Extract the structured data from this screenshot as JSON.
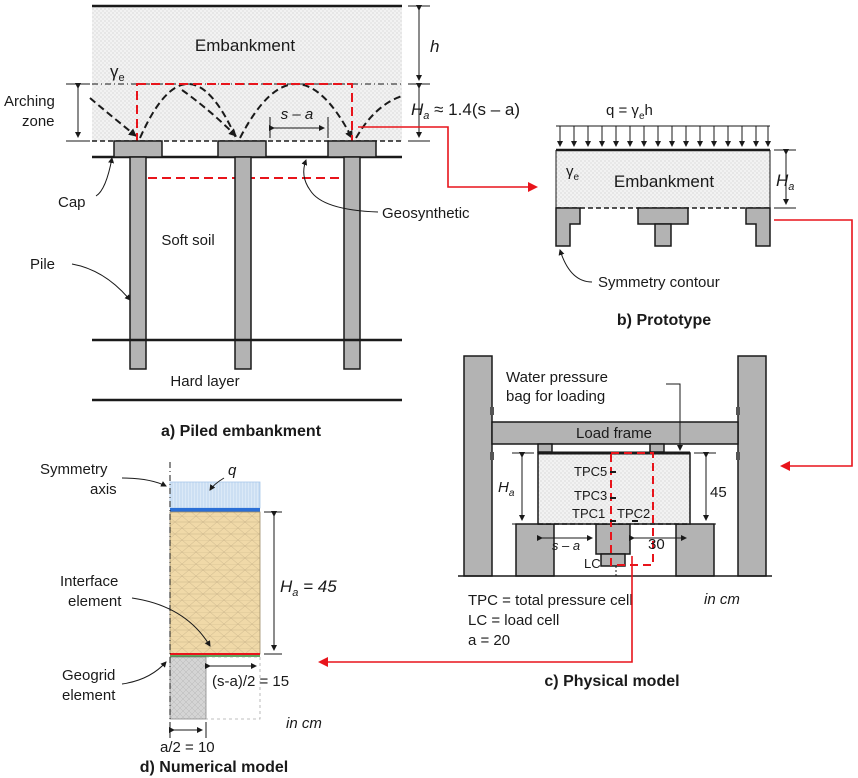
{
  "panel_a": {
    "embankment": "Embankment",
    "gamma": "γ",
    "gamma_sub": "e",
    "h": "h",
    "arching_zone_1": "Arching",
    "arching_zone_2": "zone",
    "ha_formula_H": "H",
    "ha_formula_sub": "a",
    "ha_formula_rest": " ≈ 1.4(s – a)",
    "s_minus_a": "s – a",
    "cap": "Cap",
    "geosynthetic": "Geosynthetic",
    "soft_soil": "Soft soil",
    "pile": "Pile",
    "hard_layer": "Hard layer",
    "caption": "a) Piled embankment"
  },
  "panel_b": {
    "q_label": "q = γ",
    "q_sub": "e",
    "q_h": "h",
    "gamma": "γ",
    "gamma_sub": "e",
    "embankment": "Embankment",
    "ha_H": "H",
    "ha_sub": "a",
    "symmetry_contour": "Symmetry contour",
    "caption": "b) Prototype"
  },
  "panel_c": {
    "water_1": "Water pressure",
    "water_2": "bag for loading",
    "load_frame": "Load frame",
    "ha_H": "H",
    "ha_sub": "a",
    "tpc5": "TPC5",
    "tpc3": "TPC3",
    "tpc1": "TPC1",
    "tpc2": "TPC2",
    "dim_45": "45",
    "s_minus_a": "s – a",
    "dim_30": "30",
    "lc": "LC",
    "in_cm": "in cm",
    "legend_1": "TPC = total pressure cell",
    "legend_2": "LC = load cell",
    "legend_3": "a = 20",
    "caption": "c) Physical model"
  },
  "panel_d": {
    "symmetry_1": "Symmetry",
    "symmetry_2": "axis",
    "q": "q",
    "interface_1": "Interface",
    "interface_2": "element",
    "ha_H": "H",
    "ha_sub": "a",
    "ha_rest": " = 45",
    "geogrid_1": "Geogrid",
    "geogrid_2": "element",
    "s_a_half": "(s-a)/2 = 15",
    "a_half": "a/2 = 10",
    "in_cm": "in cm",
    "caption": "d) Numerical model"
  },
  "colors": {
    "red": "#e8141b",
    "grey": "#b3b3b3",
    "dark": "#1a1a1a",
    "soil": "#eedcb4",
    "blue": "#2b6fd6"
  }
}
